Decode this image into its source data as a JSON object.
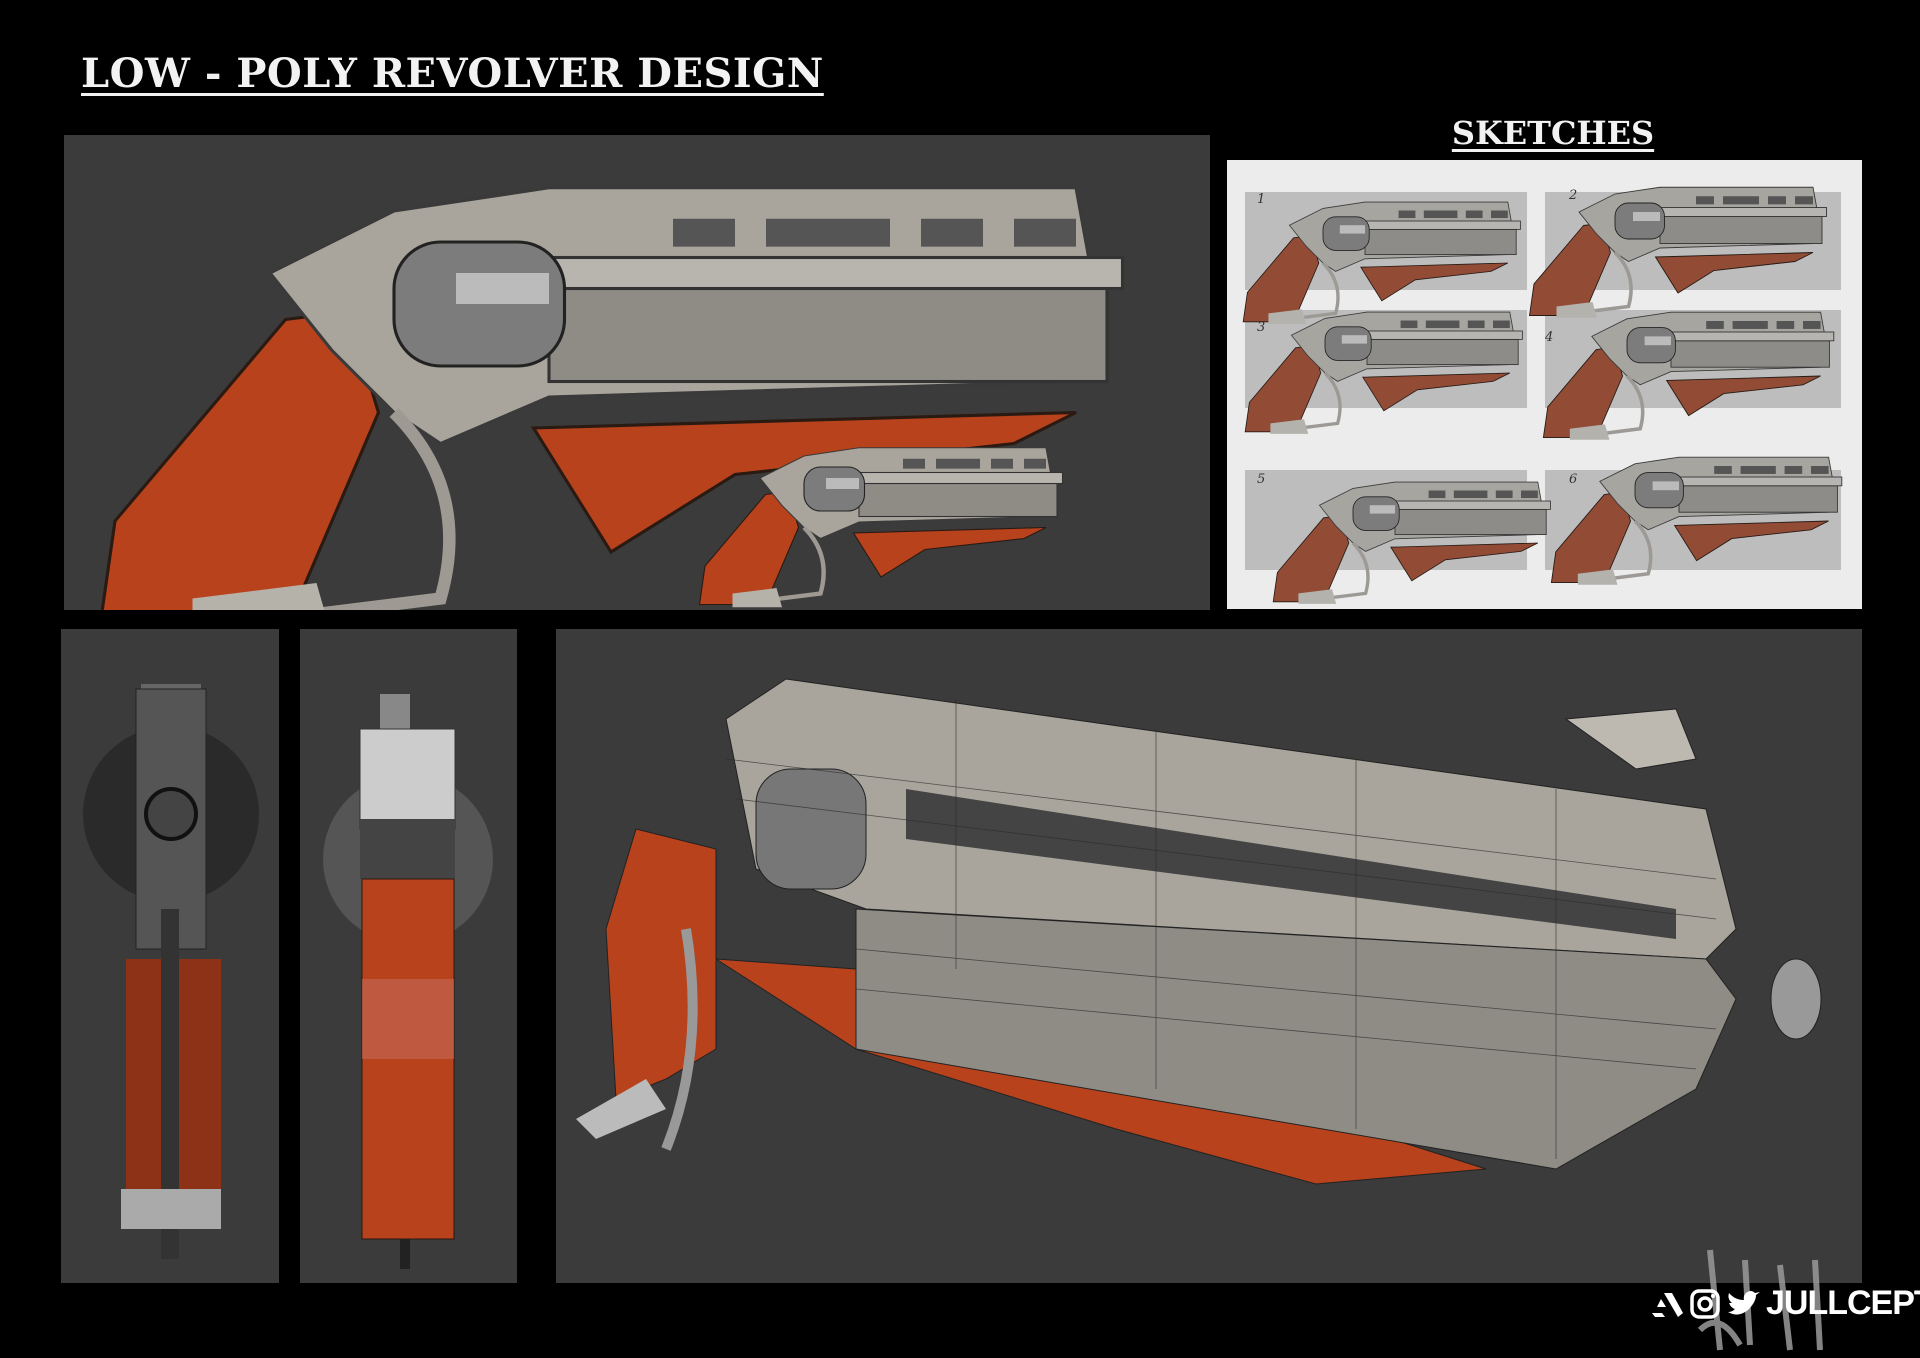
{
  "title": "LOW - POLY REVOLVER DESIGN",
  "sketches": {
    "title": "SKETCHES",
    "numbers": [
      "1",
      "2",
      "3",
      "4",
      "5",
      "6"
    ]
  },
  "colors": {
    "background": "#000000",
    "panel": "#3b3b3b",
    "wood": "#b8421c",
    "metal": "#a9a59c",
    "sketch_wood": "#b06a2c"
  },
  "watermark": {
    "handle": "JULLCEPTS",
    "icons": [
      "artstation-icon",
      "instagram-icon",
      "twitter-icon"
    ],
    "signature": "Jull"
  }
}
